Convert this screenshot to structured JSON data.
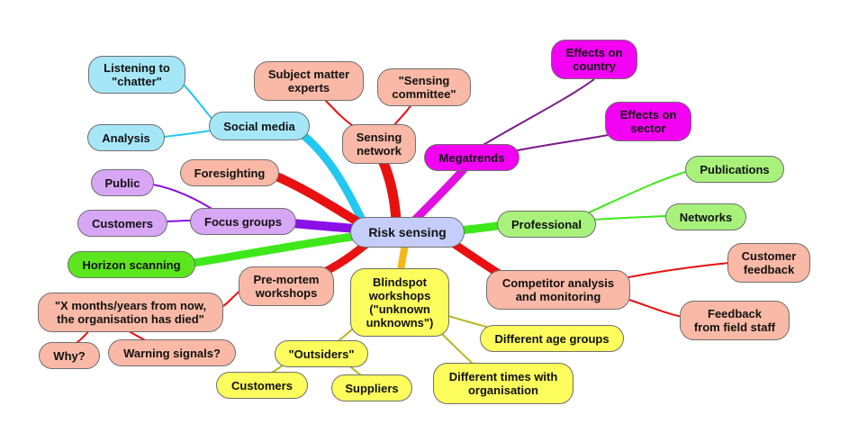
{
  "nodes": {
    "center": "Risk sensing",
    "social_media": "Social media",
    "listening": "Listening to\n\"chatter\"",
    "analysis": "Analysis",
    "sensing_network": "Sensing\nnetwork",
    "subject_experts": "Subject matter\nexperts",
    "sensing_committee": "\"Sensing\ncommittee\"",
    "megatrends": "Megatrends",
    "effects_country": "Effects on\ncountry",
    "effects_sector": "Effects on\nsector",
    "professional": "Professional",
    "publications": "Publications",
    "networks": "Networks",
    "competitor": "Competitor analysis\nand monitoring",
    "customer_feedback": "Customer\nfeedback",
    "field_feedback": "Feedback\nfrom field staff",
    "foresighting": "Foresighting",
    "focus_groups": "Focus groups",
    "public": "Public",
    "customers_focus": "Customers",
    "horizon": "Horizon scanning",
    "premortem": "Pre-mortem\nworkshops",
    "x_months": "\"X months/years from now,\nthe organisation has died\"",
    "why": "Why?",
    "warning": "Warning signals?",
    "blindspot": "Blindspot\nworkshops\n(\"unknown\nunknowns\")",
    "outsiders": "\"Outsiders\"",
    "customers_out": "Customers",
    "suppliers": "Suppliers",
    "age_groups": "Different age groups",
    "times": "Different times with\norganisation"
  },
  "colors": {
    "salmon": "#f9b9a6",
    "cyan": "#a6e7f7",
    "magenta": "#f201f2",
    "green": "#a8f27c",
    "lime": "#5ce61e",
    "violet": "#d7a6f5",
    "yellow": "#fcfc5c",
    "center": "#c5cdfa",
    "branch_red": "#e81010",
    "branch_cyan": "#22c8f0",
    "branch_magenta": "#e010e0",
    "branch_green": "#3ee81a",
    "branch_violet": "#8a10e8",
    "branch_yellow": "#f5b81a",
    "sub_purple": "#7a1a8a",
    "sub_olive": "#b8b820"
  }
}
